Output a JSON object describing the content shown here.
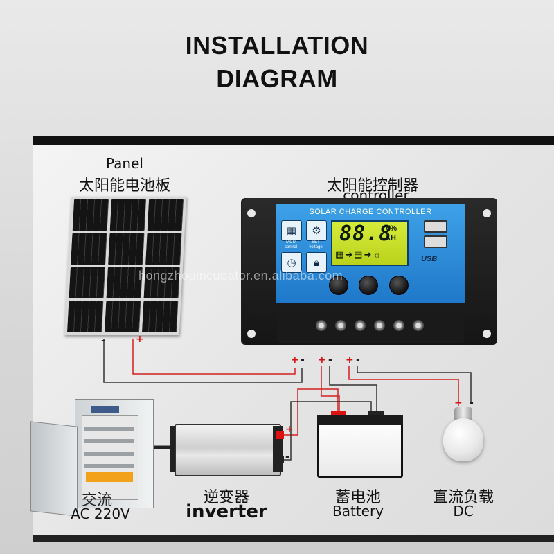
{
  "title": {
    "line1": "INSTALLATION",
    "line2": "DIAGRAM"
  },
  "panel": {
    "label_en": "Panel",
    "label_cn": "太阳能电池板"
  },
  "controller": {
    "label_cn": "太阳能控制器",
    "label_en": "controller",
    "face_title": "SOLAR CHARGE CONTROLLER",
    "icon_mcu": "MCU control",
    "icon_set": "SET voltage",
    "lcd_digits": "88.8",
    "lcd_unit_top": "V%",
    "lcd_unit_bottom": "AH",
    "usb_label": "USB"
  },
  "loads": {
    "ac": {
      "label_cn": "交流",
      "label_en": "AC 220V"
    },
    "inverter": {
      "label_cn": "逆变器",
      "label_en": "inverter"
    },
    "battery": {
      "label_cn": "蓄电池",
      "label_en": "Battery"
    },
    "dc": {
      "label_cn": "直流负载",
      "label_en": "DC"
    }
  },
  "signs": {
    "plus": "+",
    "minus": "-"
  },
  "watermark": "hongzhouincubator.en.alibaba.com",
  "colors": {
    "positive_wire": "#d42020",
    "negative_wire": "#333333",
    "controller_face": "#2b8ad8",
    "lcd": "#c8e030"
  }
}
